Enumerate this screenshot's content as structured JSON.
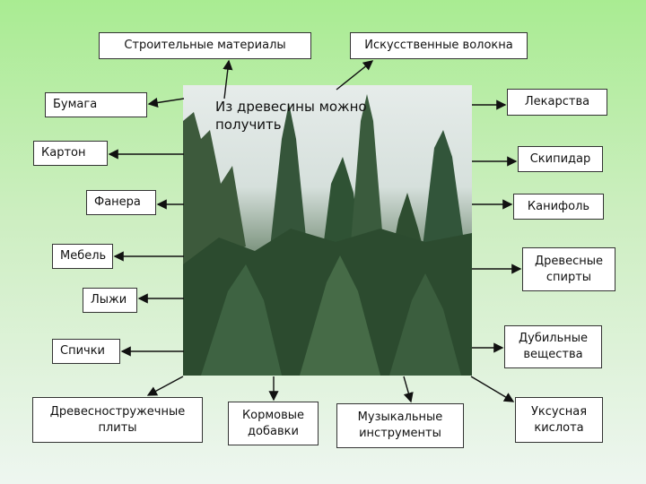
{
  "diagram": {
    "center_title": "Из древесины можно получить",
    "items": {
      "construction": "Строительные материалы",
      "fibers": "Искусственные волокна",
      "paper": "Бумага",
      "cardboard": "Картон",
      "plywood": "Фанера",
      "furniture": "Мебель",
      "skis": "Лыжи",
      "matches": "Спички",
      "particleboard": "Древесностружечные\nплиты",
      "feed": "Кормовые\nдобавки",
      "instruments": "Музыкальные\nинструменты",
      "acetic_acid": "Уксусная\nкислота",
      "tanning": "Дубильные\nвещества",
      "alcohols": "Древесные\nспирты",
      "rosin": "Канифоль",
      "turpentine": "Скипидар",
      "medicines": "Лекарства"
    }
  }
}
